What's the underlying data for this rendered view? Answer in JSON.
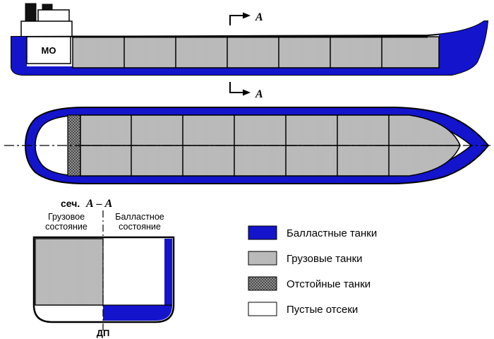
{
  "side_view": {
    "engine_room_label": "МО",
    "section_marker": "А"
  },
  "cross_section": {
    "title_prefix": "сеч.",
    "title_name": "А – А",
    "cargo_state": [
      "Грузовое",
      "состояние"
    ],
    "ballast_state": [
      "Балластное",
      "состояние"
    ],
    "centerline_label": "ДП"
  },
  "legend": {
    "items": [
      {
        "label": "Балластные танки",
        "swatch": "ballast",
        "color": "#1414cc"
      },
      {
        "label": "Грузовые танки",
        "swatch": "cargo",
        "color": "#c8c8c8"
      },
      {
        "label": "Отстойные танки",
        "swatch": "settling",
        "color": "#9a9a9a"
      },
      {
        "label": "Пустые отсеки",
        "swatch": "empty",
        "color": "#ffffff"
      }
    ]
  },
  "colors": {
    "ballast_blue": "#1414cc",
    "cargo_gray": "#c8c8c8",
    "settling_gray": "#9a9a9a",
    "outline": "#000000"
  }
}
